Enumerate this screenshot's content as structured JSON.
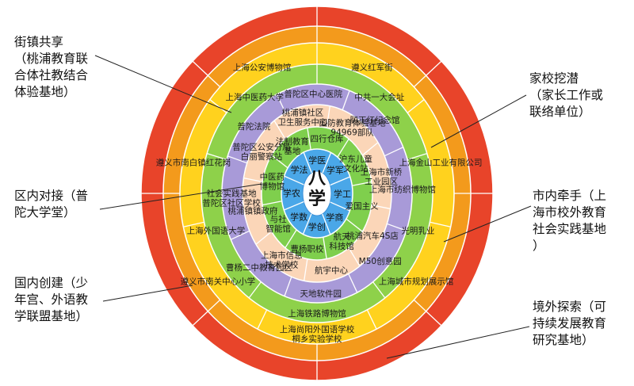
{
  "center": {
    "line1": "八",
    "line2": "学"
  },
  "core_cells": [
    "学医",
    "学军",
    "学工",
    "学商",
    "学创",
    "学数",
    "学农",
    "学法"
  ],
  "ring_green_inner": [
    "四行仓库",
    "沪东儿童\n文化站",
    "爱国主义",
    "航天\n科技馆",
    "曹杨职校",
    "与社\n智能馆",
    "中医药\n博物馆",
    "法制教育\n基地"
  ],
  "ring_peach": [
    "国防教育体验基地\n94969部队",
    "上海市新桥\n工业园区",
    "桃浦汽车4S店",
    "航宇中心",
    "上海市信息\n技术学校",
    "桃浦镇镇政府",
    "普陀区公安分局\n白丽警察站",
    "桃浦镇社区\n卫生服务中心"
  ],
  "ring_purple": [
    "顾正红纪念馆",
    "上海市纺织博物馆",
    "M50创意园",
    "天地软件园",
    "曹杨二中教育园区",
    "社会实践基地\n普陀区社区学校",
    "普陀法院",
    "普陀区中心医院"
  ],
  "ring_green_outer": [
    "中共一大会址",
    "光明乳业",
    "上海铁路博物馆",
    "上海外国语大学",
    "上海中医药大学"
  ],
  "ring_yellow": [
    "遵义红军街",
    "上海金山工业有限公司",
    "上海城市规划展示馆",
    "上海尚阳外国语学校\n桐乡实验学校",
    "遵义市南关中心小学",
    "遵义市南白镇红花岗",
    "上海公安博物馆"
  ],
  "ring_red": [
    "",
    "",
    "",
    "",
    "",
    "",
    "",
    ""
  ],
  "callouts": [
    {
      "id": "street",
      "lines": [
        "街镇共享",
        "（桃浦教育联",
        "合体社教结合",
        "体验基地）"
      ]
    },
    {
      "id": "district",
      "lines": [
        "区内对接（普",
        "陀大学堂）"
      ]
    },
    {
      "id": "national",
      "lines": [
        "国内创建（少",
        "年宫、外语教",
        "学联盟基地）"
      ]
    },
    {
      "id": "home",
      "lines": [
        "家校挖潜",
        "（家长工作或",
        "联络单位）"
      ]
    },
    {
      "id": "city",
      "lines": [
        "市内牵手（上",
        "海市校外教育",
        "社会实践基地",
        "）"
      ]
    },
    {
      "id": "abroad",
      "lines": [
        "境外探索（可",
        "持续发展教育",
        "研究基地）"
      ]
    }
  ],
  "colors": {
    "red": "#e8442a",
    "orange": "#f39a1c",
    "yellow": "#ffd21e",
    "green": "#8ed14a",
    "purple": "#a89ad8",
    "peach": "#fbd6b8",
    "green_inner": "#7fcf4d",
    "blue_core": "#4aa7e8",
    "center": "#ffffff",
    "stroke": "#ffffff"
  }
}
